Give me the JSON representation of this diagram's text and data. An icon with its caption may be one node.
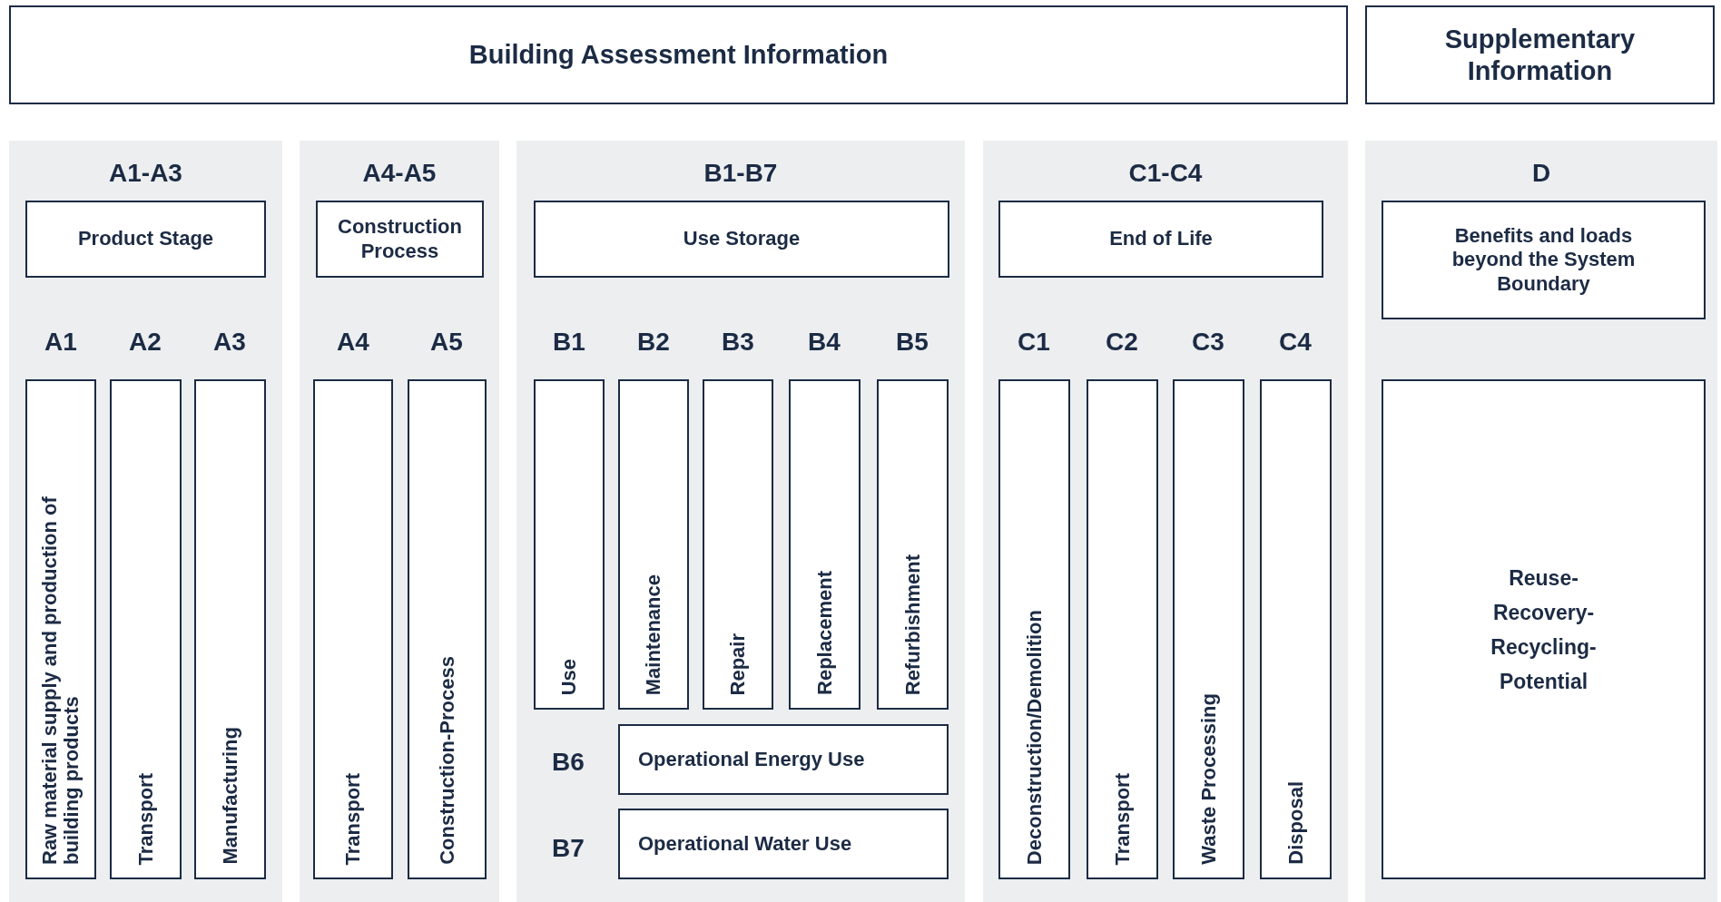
{
  "diagram": {
    "nodes": [
      {
        "text": [
          "Building Assessment Information"
        ]
      },
      {
        "text": [
          "Supplementary Information"
        ]
      },
      {
        "text": [
          "A1-A3"
        ]
      },
      {
        "text": [
          "Product Stage"
        ],
        "in": 2
      },
      {
        "text": [
          "Raw material supply and production of building products"
        ],
        "in": 2
      },
      {
        "text": [
          "Transport"
        ],
        "in": 2
      },
      {
        "text": [
          "Manufacturing"
        ],
        "in": 2
      },
      {
        "text": [
          "A4-A5"
        ]
      },
      {
        "text": [
          "Construction Process"
        ],
        "in": 7
      },
      {
        "text": [
          "Transport"
        ],
        "in": 7
      },
      {
        "text": [
          "Construction-Process"
        ],
        "in": 7
      },
      {
        "text": [
          "B1-B7"
        ]
      },
      {
        "text": [
          "Use Storage"
        ],
        "in": 11
      },
      {
        "text": [
          "Use"
        ],
        "in": 11
      },
      {
        "text": [
          "Maintenance"
        ],
        "in": 11
      },
      {
        "text": [
          "Repair"
        ],
        "in": 11
      },
      {
        "text": [
          "Replacement"
        ],
        "in": 11
      },
      {
        "text": [
          "Refurbishment"
        ],
        "in": 11
      },
      {
        "text": [
          "Operational Energy Use"
        ],
        "in": 11
      },
      {
        "text": [
          "Operational Water Use"
        ],
        "in": 11
      },
      {
        "text": [
          "C1-C4"
        ]
      },
      {
        "text": [
          "End of Life"
        ],
        "in": 20
      },
      {
        "text": [
          "Deconstruction/Demolition"
        ],
        "in": 20
      },
      {
        "text": [
          "Transport"
        ],
        "in": 20
      },
      {
        "text": [
          "Waste Processing"
        ],
        "in": 20
      },
      {
        "text": [
          "Disposal"
        ],
        "in": 20
      },
      {
        "text": [
          "D"
        ]
      },
      {
        "text": [
          "Benefits and loads beyond the System Boundary"
        ],
        "in": 26
      },
      {
        "text": [
          "Reuse- Recovery- Recycling- Potential"
        ],
        "in": 26
      }
    ],
    "labels": [
      "A1",
      "A2",
      "A3",
      "A4",
      "A5",
      "B1",
      "B2",
      "B3",
      "B4",
      "B5",
      "C1",
      "C2",
      "C3",
      "C4",
      "B6",
      "B7"
    ]
  }
}
